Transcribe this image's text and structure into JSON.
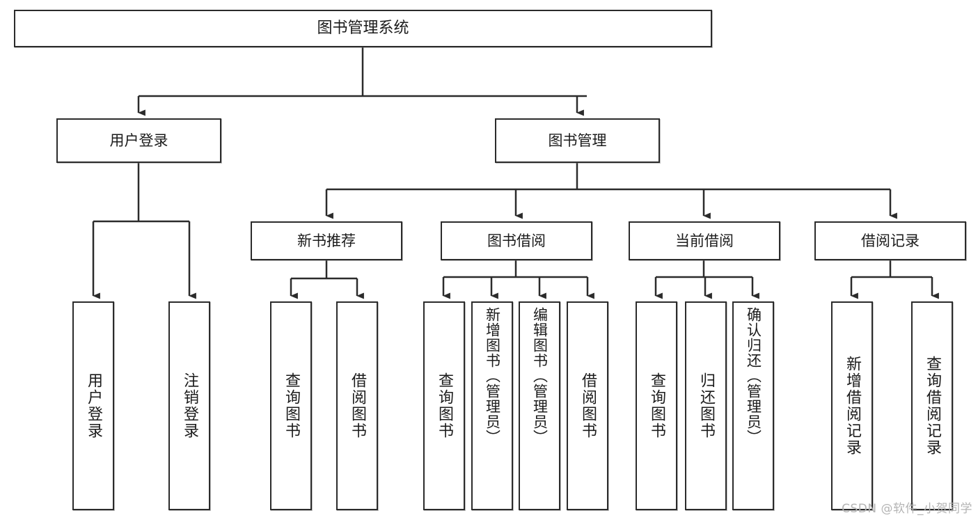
{
  "diagram": {
    "title": "图书管理系统",
    "type": "tree-hierarchy-diagram",
    "watermark": "CSDN @软件_小贺同学",
    "colors": {
      "background": "#ffffff",
      "node_border": "#2b2b2b",
      "node_fill": "#ffffff",
      "edge": "#2b2b2b",
      "text": "#1b1b1b",
      "watermark": "#b4b4b4"
    },
    "levels": {
      "root": "图书管理系统",
      "level2": [
        "用户登录",
        "图书管理"
      ],
      "level3": [
        "新书推荐",
        "图书借阅",
        "当前借阅",
        "借阅记录"
      ]
    },
    "nodes": {
      "root": {
        "label": "图书管理系统"
      },
      "user_login": {
        "label": "用户登录"
      },
      "book_manage": {
        "label": "图书管理"
      },
      "new_book_rec": {
        "label": "新书推荐"
      },
      "book_borrow": {
        "label": "图书借阅"
      },
      "current_borrow": {
        "label": "当前借阅"
      },
      "borrow_record": {
        "label": "借阅记录"
      },
      "leaf_user_login": {
        "label": "用户登录"
      },
      "leaf_logout": {
        "label": "注销登录"
      },
      "leaf_query_book_1": {
        "label": "查询图书"
      },
      "leaf_borrow_book_1": {
        "label": "借阅图书"
      },
      "leaf_query_book_2": {
        "label": "查询图书"
      },
      "leaf_add_book": {
        "label": "新增图书（管理员）"
      },
      "leaf_edit_book": {
        "label": "编辑图书（管理员）"
      },
      "leaf_borrow_book_2": {
        "label": "借阅图书"
      },
      "leaf_query_book_3": {
        "label": "查询图书"
      },
      "leaf_return_book": {
        "label": "归还图书"
      },
      "leaf_confirm_return": {
        "label": "确认归还（管理员）"
      },
      "leaf_add_record": {
        "label": "新增借阅记录"
      },
      "leaf_query_record": {
        "label": "查询借阅记录"
      }
    },
    "edges": [
      {
        "from": "root",
        "to": "user_login"
      },
      {
        "from": "root",
        "to": "book_manage"
      },
      {
        "from": "user_login",
        "to": "leaf_user_login"
      },
      {
        "from": "user_login",
        "to": "leaf_logout"
      },
      {
        "from": "book_manage",
        "to": "new_book_rec"
      },
      {
        "from": "book_manage",
        "to": "book_borrow"
      },
      {
        "from": "book_manage",
        "to": "current_borrow"
      },
      {
        "from": "book_manage",
        "to": "borrow_record"
      },
      {
        "from": "new_book_rec",
        "to": "leaf_query_book_1"
      },
      {
        "from": "new_book_rec",
        "to": "leaf_borrow_book_1"
      },
      {
        "from": "book_borrow",
        "to": "leaf_query_book_2"
      },
      {
        "from": "book_borrow",
        "to": "leaf_add_book"
      },
      {
        "from": "book_borrow",
        "to": "leaf_edit_book"
      },
      {
        "from": "book_borrow",
        "to": "leaf_borrow_book_2"
      },
      {
        "from": "current_borrow",
        "to": "leaf_query_book_3"
      },
      {
        "from": "current_borrow",
        "to": "leaf_return_book"
      },
      {
        "from": "current_borrow",
        "to": "leaf_confirm_return"
      },
      {
        "from": "borrow_record",
        "to": "leaf_add_record"
      },
      {
        "from": "borrow_record",
        "to": "leaf_query_record"
      }
    ]
  }
}
